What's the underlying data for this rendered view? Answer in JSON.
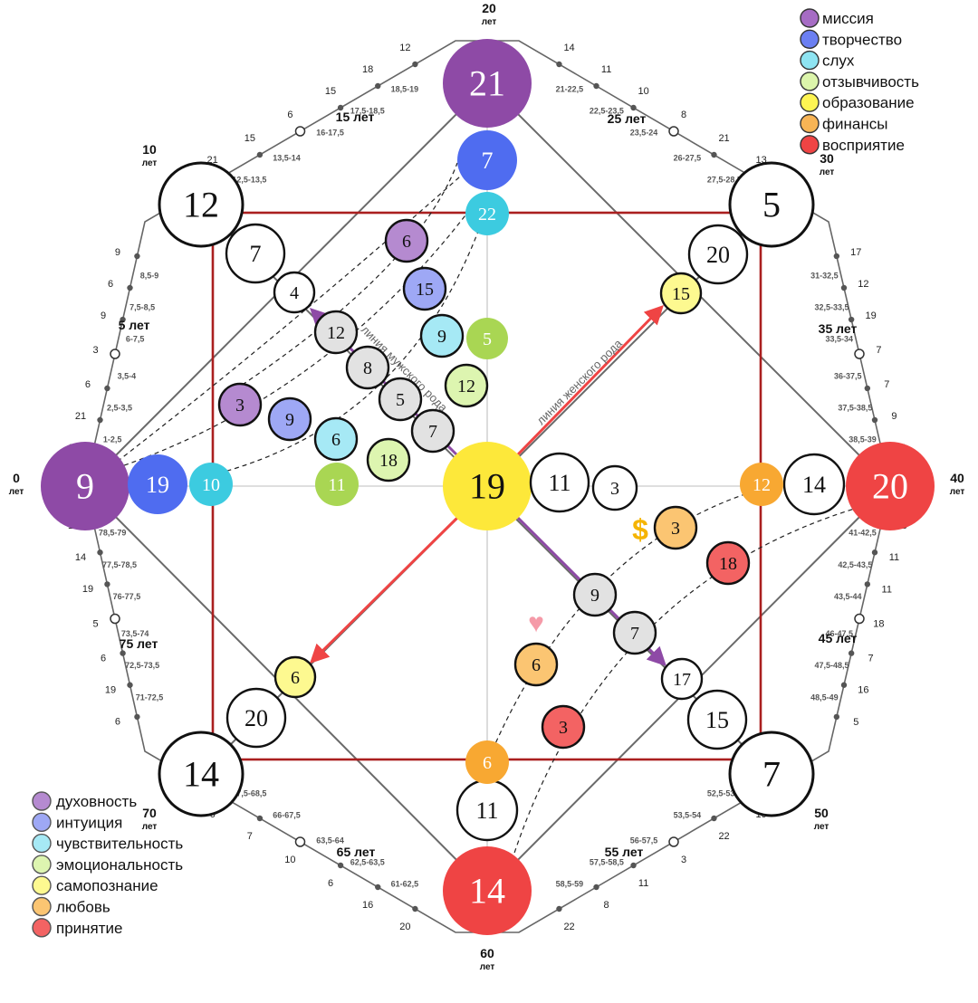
{
  "colors": {
    "purple": "#8e4aa6",
    "blue": "#4f6cf0",
    "cyan": "#3ccbe0",
    "green": "#a9d653",
    "yellow": "#fde83a",
    "orange": "#f8a832",
    "red": "#ef4444",
    "square": "#aa1f1f",
    "light_purple": "#b58ad0",
    "light_blue": "#9ea8f5",
    "light_cyan": "#a6e9f5",
    "light_green": "#ddf5b0",
    "light_yellow": "#fdf990",
    "light_orange": "#fbc572",
    "light_red": "#f36363",
    "gray": "#e2e2e2"
  },
  "legend_top": [
    {
      "label": "миссия",
      "color": "#a66cc4"
    },
    {
      "label": "творчество",
      "color": "#6b7ff2"
    },
    {
      "label": "слух",
      "color": "#8ee4f2"
    },
    {
      "label": "отзывчивость",
      "color": "#dcf5ab"
    },
    {
      "label": "образование",
      "color": "#fdf452"
    },
    {
      "label": "финансы",
      "color": "#f7b455"
    },
    {
      "label": "восприятие",
      "color": "#ef4444"
    }
  ],
  "legend_bottom": [
    {
      "label": "духовность",
      "color": "#b58ad0"
    },
    {
      "label": "интуиция",
      "color": "#9ea8f5"
    },
    {
      "label": "чувствительность",
      "color": "#a6e9f5"
    },
    {
      "label": "эмоциональность",
      "color": "#ddf5b0"
    },
    {
      "label": "самопознание",
      "color": "#fdf990"
    },
    {
      "label": "любовь",
      "color": "#fbc572"
    },
    {
      "label": "принятие",
      "color": "#f36363"
    }
  ],
  "line_labels": {
    "male": "линия мужского рода",
    "female": "линия женского рода"
  },
  "symbols": {
    "dollar": "$",
    "heart": "♥"
  },
  "age_main": [
    {
      "age": "0",
      "unit": "лет"
    },
    {
      "age": "10",
      "unit": "лет"
    },
    {
      "age": "20",
      "unit": "лет"
    },
    {
      "age": "30",
      "unit": "лет"
    },
    {
      "age": "40",
      "unit": "лет"
    },
    {
      "age": "50",
      "unit": "лет"
    },
    {
      "age": "60",
      "unit": "лет"
    },
    {
      "age": "70",
      "unit": "лет"
    }
  ],
  "age_mid": [
    "5 лет",
    "15 лет",
    "25 лет",
    "35 лет",
    "45 лет",
    "55 лет",
    "65 лет",
    "75 лет"
  ],
  "nodes": [
    {
      "id": "top-main",
      "v": "21",
      "fill": "purple",
      "r": 49,
      "text": "white"
    },
    {
      "id": "top-2",
      "v": "7",
      "fill": "blue",
      "r": 33,
      "text": "white"
    },
    {
      "id": "top-3",
      "v": "22",
      "fill": "cyan",
      "r": 24,
      "text": "white"
    },
    {
      "id": "left-main",
      "v": "9",
      "fill": "purple",
      "r": 49,
      "text": "white"
    },
    {
      "id": "left-2",
      "v": "19",
      "fill": "blue",
      "r": 33,
      "text": "white"
    },
    {
      "id": "left-3",
      "v": "10",
      "fill": "cyan",
      "r": 24,
      "text": "white"
    },
    {
      "id": "right-main",
      "v": "20",
      "fill": "red",
      "r": 49,
      "text": "white"
    },
    {
      "id": "right-2",
      "v": "14",
      "fill": "white",
      "r": 33,
      "stroke": true
    },
    {
      "id": "right-3",
      "v": "12",
      "fill": "orange",
      "r": 24,
      "text": "white"
    },
    {
      "id": "bottom-main",
      "v": "14",
      "fill": "red",
      "r": 49,
      "text": "white"
    },
    {
      "id": "bottom-2",
      "v": "11",
      "fill": "white",
      "r": 33,
      "stroke": true
    },
    {
      "id": "bottom-3",
      "v": "6",
      "fill": "orange",
      "r": 24,
      "text": "white"
    },
    {
      "id": "center",
      "v": "19",
      "fill": "yellow",
      "r": 49
    },
    {
      "id": "center-r1",
      "v": "11",
      "fill": "white",
      "r": 32,
      "stroke": true
    },
    {
      "id": "center-r2",
      "v": "3",
      "fill": "white",
      "r": 24,
      "stroke": true
    },
    {
      "id": "tl-main",
      "v": "12",
      "fill": "white",
      "r": 46,
      "stroke": true
    },
    {
      "id": "tl-2",
      "v": "7",
      "fill": "white",
      "r": 32,
      "stroke": true
    },
    {
      "id": "tl-3",
      "v": "4",
      "fill": "white",
      "r": 22,
      "stroke": true
    },
    {
      "id": "tr-main",
      "v": "5",
      "fill": "white",
      "r": 46,
      "stroke": true
    },
    {
      "id": "tr-2",
      "v": "20",
      "fill": "white",
      "r": 32,
      "stroke": true
    },
    {
      "id": "tr-3",
      "v": "15",
      "fill": "light_yellow",
      "r": 22,
      "stroke": true
    },
    {
      "id": "bl-main",
      "v": "14",
      "fill": "white",
      "r": 46,
      "stroke": true
    },
    {
      "id": "bl-2",
      "v": "20",
      "fill": "white",
      "r": 32,
      "stroke": true
    },
    {
      "id": "bl-3",
      "v": "6",
      "fill": "light_yellow",
      "r": 22,
      "stroke": true
    },
    {
      "id": "br-main",
      "v": "7",
      "fill": "white",
      "r": 46,
      "stroke": true
    },
    {
      "id": "br-2",
      "v": "15",
      "fill": "white",
      "r": 32,
      "stroke": true
    },
    {
      "id": "br-3",
      "v": "17",
      "fill": "white",
      "r": 22,
      "stroke": true
    },
    {
      "id": "male-1",
      "v": "12",
      "fill": "gray",
      "r": 23,
      "stroke": true
    },
    {
      "id": "male-2",
      "v": "8",
      "fill": "gray",
      "r": 23,
      "stroke": true
    },
    {
      "id": "male-3",
      "v": "5",
      "fill": "gray",
      "r": 23,
      "stroke": true
    },
    {
      "id": "male-4",
      "v": "7",
      "fill": "gray",
      "r": 23,
      "stroke": true
    },
    {
      "id": "female-1",
      "v": "9",
      "fill": "gray",
      "r": 23,
      "stroke": true
    },
    {
      "id": "female-2",
      "v": "7",
      "fill": "gray",
      "r": 23,
      "stroke": true
    },
    {
      "id": "ul-purple",
      "v": "6",
      "fill": "light_purple",
      "r": 23,
      "stroke": true
    },
    {
      "id": "ul-blue",
      "v": "15",
      "fill": "light_blue",
      "r": 23,
      "stroke": true
    },
    {
      "id": "ul-cyan",
      "v": "9",
      "fill": "light_cyan",
      "r": 23,
      "stroke": true
    },
    {
      "id": "ul-green",
      "v": "5",
      "fill": "green",
      "r": 23,
      "text": "white"
    },
    {
      "id": "ll-purple",
      "v": "3",
      "fill": "light_purple",
      "r": 23,
      "stroke": true
    },
    {
      "id": "ll-blue",
      "v": "9",
      "fill": "light_blue",
      "r": 23,
      "stroke": true
    },
    {
      "id": "ll-cyan",
      "v": "6",
      "fill": "light_cyan",
      "r": 23,
      "stroke": true
    },
    {
      "id": "ll-green1",
      "v": "12",
      "fill": "light_green",
      "r": 23,
      "stroke": true
    },
    {
      "id": "ll-green2",
      "v": "18",
      "fill": "light_green",
      "r": 23,
      "stroke": true
    },
    {
      "id": "ll-green3",
      "v": "11",
      "fill": "green",
      "r": 24,
      "text": "white"
    },
    {
      "id": "money-3",
      "v": "3",
      "fill": "light_orange",
      "r": 23,
      "stroke": true
    },
    {
      "id": "money-18",
      "v": "18",
      "fill": "light_red",
      "r": 23,
      "stroke": true
    },
    {
      "id": "love-6",
      "v": "6",
      "fill": "light_orange",
      "r": 23,
      "stroke": true
    },
    {
      "id": "love-3",
      "v": "3",
      "fill": "light_red",
      "r": 23,
      "stroke": true
    }
  ],
  "edge_ticks": [
    {
      "edge": "left-top",
      "major": [
        "12",
        "21",
        "6",
        "3",
        "9",
        "6",
        "9"
      ],
      "minor": [
        "1-2,5",
        "2,5-3,5",
        "3,5-4",
        "6-7,5",
        "7,5-8,5",
        "8,5-9"
      ]
    },
    {
      "edge": "top-left",
      "major": [
        "9",
        "21",
        "15",
        "6",
        "15",
        "18",
        "12"
      ],
      "minor": [
        "11-12,5",
        "12,5-13,5",
        "13,5-14",
        "16-17,5",
        "17,5-18,5",
        "18,5-19"
      ]
    },
    {
      "edge": "top-right",
      "major": [
        "14",
        "11",
        "10",
        "8",
        "21",
        "13",
        "18"
      ],
      "minor": [
        "21-22,5",
        "22,5-23,5",
        "23,5-24",
        "26-27,5",
        "27,5-28,5",
        "28,5-29"
      ]
    },
    {
      "edge": "right-top",
      "major": [
        "17",
        "12",
        "19",
        "7",
        "7",
        "9",
        "11"
      ],
      "minor": [
        "31-32,5",
        "32,5-33,5",
        "33,5-34",
        "36-37,5",
        "37,5-38,5",
        "38,5-39"
      ]
    },
    {
      "edge": "right-bottom",
      "major": [
        "13",
        "11",
        "11",
        "18",
        "7",
        "16",
        "5"
      ],
      "minor": [
        "41-42,5",
        "42,5-43,5",
        "43,5-44",
        "46-47,5",
        "47,5-48,5",
        "48,5-49"
      ]
    },
    {
      "edge": "bottom-right",
      "major": [
        "17",
        "19",
        "22",
        "3",
        "11",
        "8",
        "22"
      ],
      "minor": [
        "51-52,5",
        "52,5-53,5",
        "53,5-54",
        "56-57,5",
        "57,5-58,5",
        "58,5-59"
      ]
    },
    {
      "edge": "bottom-left",
      "major": [
        "20",
        "16",
        "6",
        "10",
        "7",
        "6",
        "20"
      ],
      "minor": [
        "61-62,5",
        "62,5-63,5",
        "63,5-64",
        "66-67,5",
        "67,5-68,5",
        "68,5-69"
      ]
    },
    {
      "edge": "left-bottom",
      "major": [
        "6",
        "19",
        "6",
        "5",
        "19",
        "14",
        "14"
      ],
      "minor": [
        "71-72,5",
        "72,5-73,5",
        "73,5-74",
        "76-77,5",
        "77,5-78,5",
        "78,5-79"
      ]
    }
  ]
}
